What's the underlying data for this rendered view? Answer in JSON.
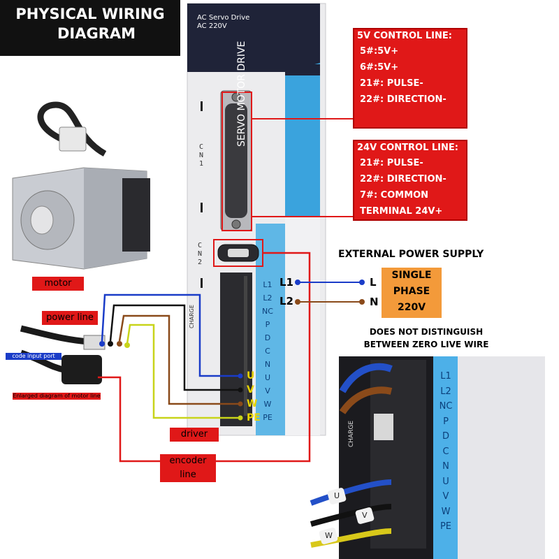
{
  "title": {
    "line1": "PHYSICAL WIRING",
    "line2": "DIAGRAM"
  },
  "drive": {
    "line1": "AC Servo Drive",
    "line2": "AC 220V",
    "side_label": "SERVO MOTOR DRIVE",
    "cn1": "CN1",
    "cn2": "CN2",
    "charge": "CHARGE",
    "terminals": [
      "L1",
      "L2",
      "NC",
      "P",
      "D",
      "C",
      "N",
      "U",
      "V",
      "W",
      "PE"
    ],
    "front_terminals": [
      "U",
      "V",
      "W",
      "PE"
    ]
  },
  "control_5v": {
    "header": "5V CONTROL LINE:",
    "lines": [
      "5#:5V+",
      "6#:5V+",
      "21#: PULSE-",
      "22#: DIRECTION-"
    ]
  },
  "control_24v": {
    "header": "24V CONTROL LINE:",
    "lines": [
      "21#: PULSE-",
      "22#: DIRECTION-",
      "7#: COMMON",
      "TERMINAL 24V+"
    ]
  },
  "power": {
    "header": "EXTERNAL POWER SUPPLY",
    "l1": "L1",
    "l2": "L2",
    "l": "L",
    "n": "N",
    "box_lines": [
      "SINGLE",
      "PHASE",
      "220V"
    ],
    "note_line1": "DOES NOT DISTINGUISH",
    "note_line2": "BETWEEN ZERO LIVE WIRE"
  },
  "labels": {
    "motor": "motor",
    "power_line": "power line",
    "code_input_port": "code input port",
    "enlarged": "Enlarged diagram of motor line",
    "driver": "driver",
    "encoder_line": "encoder line"
  },
  "closeup": {
    "terminals": [
      "L1",
      "L2",
      "NC",
      "P",
      "D",
      "C",
      "N",
      "U",
      "V",
      "W",
      "PE"
    ],
    "charge": "CHARGE",
    "sleeves": [
      "U",
      "V",
      "W"
    ]
  },
  "colors": {
    "red": "#e01818",
    "blue": "#1a3cc8",
    "brown": "#8a4a1a",
    "green_yellow": "#c8d41a",
    "orange": "#f39a3a",
    "drive_accent": "#3aa3dd"
  }
}
